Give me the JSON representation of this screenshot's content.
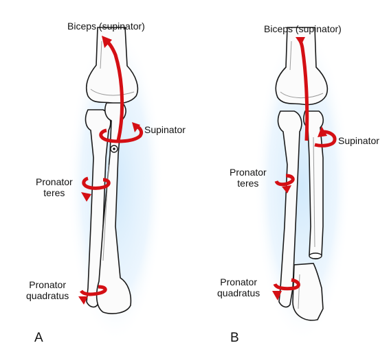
{
  "panels": [
    {
      "letter": "A",
      "labels": {
        "biceps": "Biceps (supinator)",
        "supinator": "Supinator",
        "pronator_teres": "Pronator\nteres",
        "pronator_quadratus": "Pronator\nquadratus"
      }
    },
    {
      "letter": "B",
      "labels": {
        "biceps": "Biceps (supinator)",
        "supinator": "Supinator",
        "pronator_teres": "Pronator\nteres",
        "pronator_quadratus": "Pronator\nquadratus"
      }
    }
  ],
  "colors": {
    "muscle_arrow": "#d40f14",
    "glow": "#dcefff",
    "bone_outline": "#1a1a1a"
  }
}
